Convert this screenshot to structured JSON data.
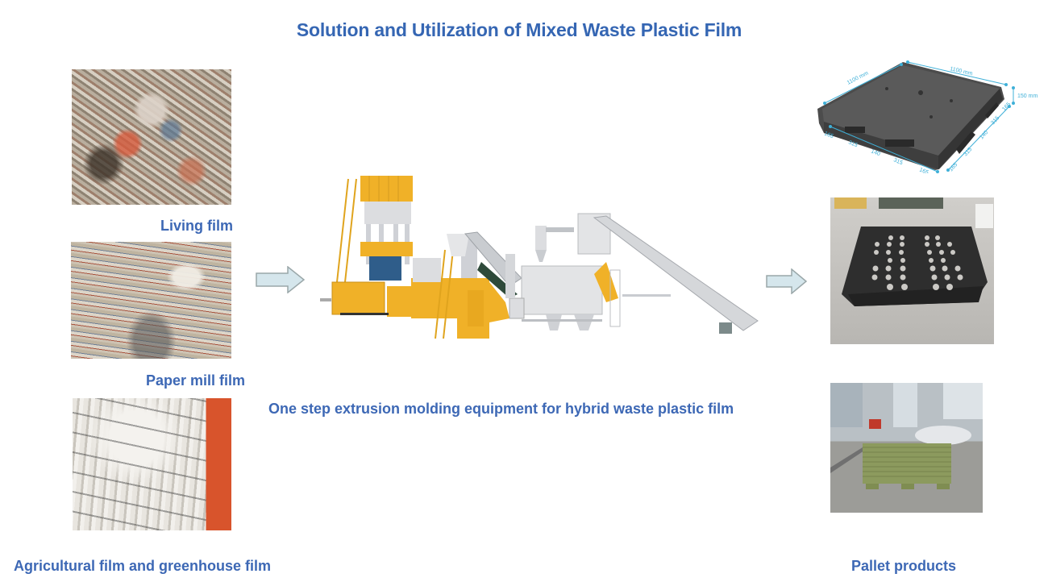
{
  "title": "Solution and Utilization of Mixed Waste Plastic Film",
  "inputs": [
    {
      "label": "Living film",
      "image": "living-film-waste-photo"
    },
    {
      "label": "Paper mill film",
      "image": "paper-mill-film-waste-photo"
    },
    {
      "label": "Agricultural film and greenhouse film",
      "image": "agricultural-film-waste-photo"
    }
  ],
  "process": {
    "label": "One step extrusion molding equipment for hybrid waste plastic film",
    "image": "extrusion-molding-equipment-photo"
  },
  "arrows": [
    "arrow-right-icon",
    "arrow-right-icon"
  ],
  "outputs": {
    "label": "Pallet products",
    "diagram": {
      "length": "1100 mm",
      "width": "1100 mm",
      "height": "150 mm",
      "front_dims": [
        "165",
        "315",
        "140",
        "315",
        "165"
      ],
      "side_dims": [
        "165",
        "315",
        "140",
        "315",
        "165"
      ]
    },
    "images": [
      "pallet-dimension-diagram",
      "black-pallet-photo",
      "green-pallet-stack-photo"
    ]
  },
  "colors": {
    "text_blue": "#3566b3",
    "arrow_fill": "#d5e6ec",
    "arrow_stroke": "#9aa7a9",
    "machine_yellow": "#f0b128",
    "dimension_cyan": "#3fb0d8"
  }
}
